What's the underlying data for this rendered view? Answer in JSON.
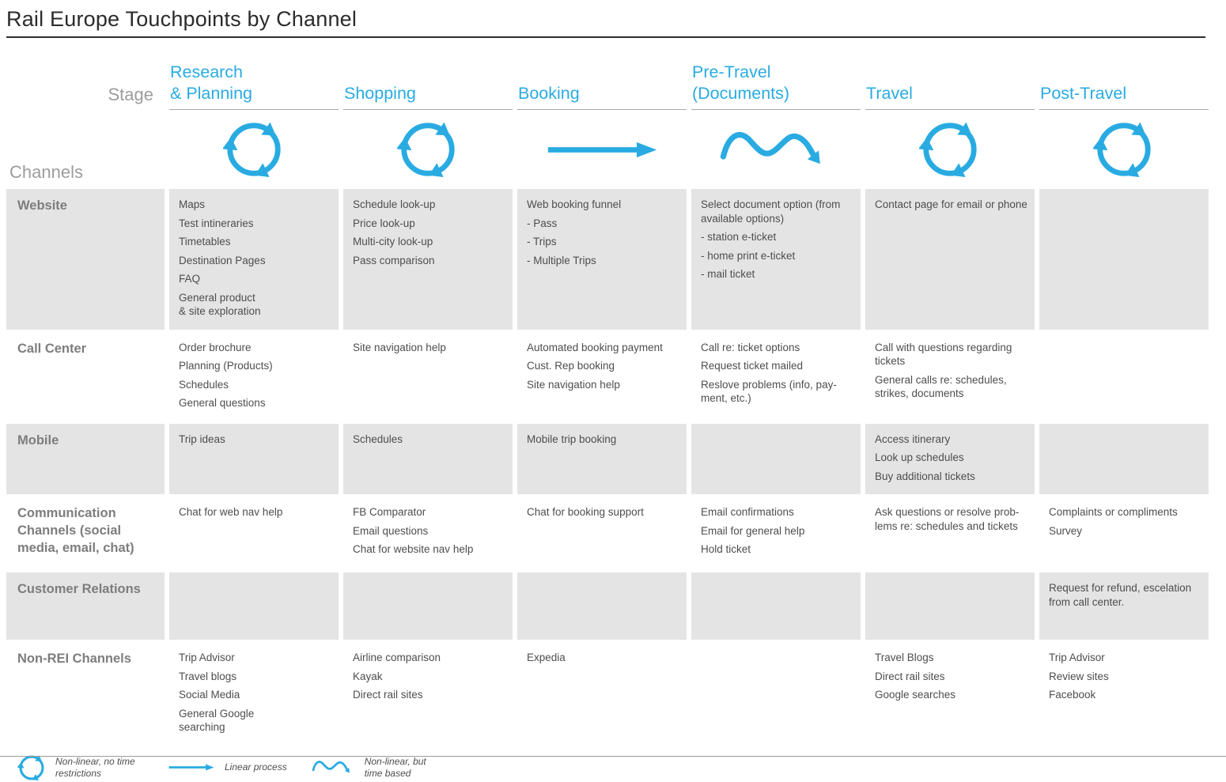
{
  "title": "Rail Europe Touchpoints by Channel",
  "axis": {
    "stage_label": "Stage",
    "channels_label": "Channels"
  },
  "colors": {
    "accent_blue": "#29ABE2",
    "shaded_cell": "#E4E4E4",
    "muted_label": "#9C9C9C",
    "channel_label": "#7D7D7D",
    "cell_text": "#4E4E4E",
    "title_text": "#2B2B2B"
  },
  "stages": [
    {
      "label": "Research\n& Planning",
      "icon": "cycle-icon"
    },
    {
      "label": "Shopping",
      "icon": "cycle-icon"
    },
    {
      "label": "Booking",
      "icon": "arrow-icon"
    },
    {
      "label": "Pre-Travel\n(Documents)",
      "icon": "wave-icon"
    },
    {
      "label": "Travel",
      "icon": "cycle-icon"
    },
    {
      "label": "Post-Travel",
      "icon": "cycle-icon"
    }
  ],
  "rows": [
    {
      "channel": "Website",
      "shaded": true,
      "cells": [
        [
          "Maps",
          "Test intineraries",
          "Timetables",
          "Destination Pages",
          "FAQ",
          "General product\n& site exploration"
        ],
        [
          "Schedule look-up",
          "Price look-up",
          "Multi-city look-up",
          "Pass comparison"
        ],
        [
          "Web booking funnel",
          "- Pass",
          "- Trips",
          "- Multiple Trips"
        ],
        [
          "Select document option (from available options)",
          "- station e-ticket",
          "- home print e-ticket",
          "- mail ticket"
        ],
        [
          "Contact page for email or phone"
        ],
        []
      ]
    },
    {
      "channel": "Call Center",
      "shaded": false,
      "cells": [
        [
          "Order brochure",
          "Planning (Products)",
          "Schedules",
          "General questions"
        ],
        [
          "Site navigation help"
        ],
        [
          "Automated booking payment",
          "Cust. Rep booking",
          "Site navigation help"
        ],
        [
          "Call re: ticket options",
          "Request ticket mailed",
          "Reslove problems (info, pay-ment, etc.)"
        ],
        [
          "Call with questions regarding tickets",
          "General calls re: schedules, strikes, documents"
        ],
        []
      ]
    },
    {
      "channel": "Mobile",
      "shaded": true,
      "cells": [
        [
          "Trip ideas"
        ],
        [
          "Schedules"
        ],
        [
          "Mobile trip booking"
        ],
        [],
        [
          "Access itinerary",
          "Look up schedules",
          "Buy additional tickets"
        ],
        []
      ]
    },
    {
      "channel": "Communication Channels (social media, email, chat)",
      "shaded": false,
      "cells": [
        [
          "Chat for web nav help"
        ],
        [
          "FB Comparator",
          "Email questions",
          "Chat for website nav help"
        ],
        [
          "Chat for booking support"
        ],
        [
          "Email confirmations",
          "Email for general help",
          "Hold ticket"
        ],
        [
          "Ask questions or resolve prob-lems re: schedules and tickets"
        ],
        [
          "Complaints or compliments",
          "Survey"
        ]
      ]
    },
    {
      "channel": "Customer Relations",
      "shaded": true,
      "cells": [
        [],
        [],
        [],
        [],
        [],
        [
          "Request for refund, escelation from call center."
        ]
      ]
    },
    {
      "channel": "Non-REI Channels",
      "shaded": false,
      "cells": [
        [
          "Trip Advisor",
          "Travel blogs",
          "Social Media",
          "General Google\nsearching"
        ],
        [
          "Airline comparison",
          "Kayak",
          "Direct rail sites"
        ],
        [
          "Expedia"
        ],
        [],
        [
          "Travel Blogs",
          "Direct rail sites",
          "Google searches"
        ],
        [
          "Trip Advisor",
          "Review sites",
          "Facebook"
        ]
      ]
    }
  ],
  "legend": [
    {
      "icon": "cycle-icon",
      "label": "Non-linear, no time restrictions"
    },
    {
      "icon": "arrow-icon",
      "label": "Linear process"
    },
    {
      "icon": "wave-icon",
      "label": "Non-linear, but time based"
    }
  ]
}
